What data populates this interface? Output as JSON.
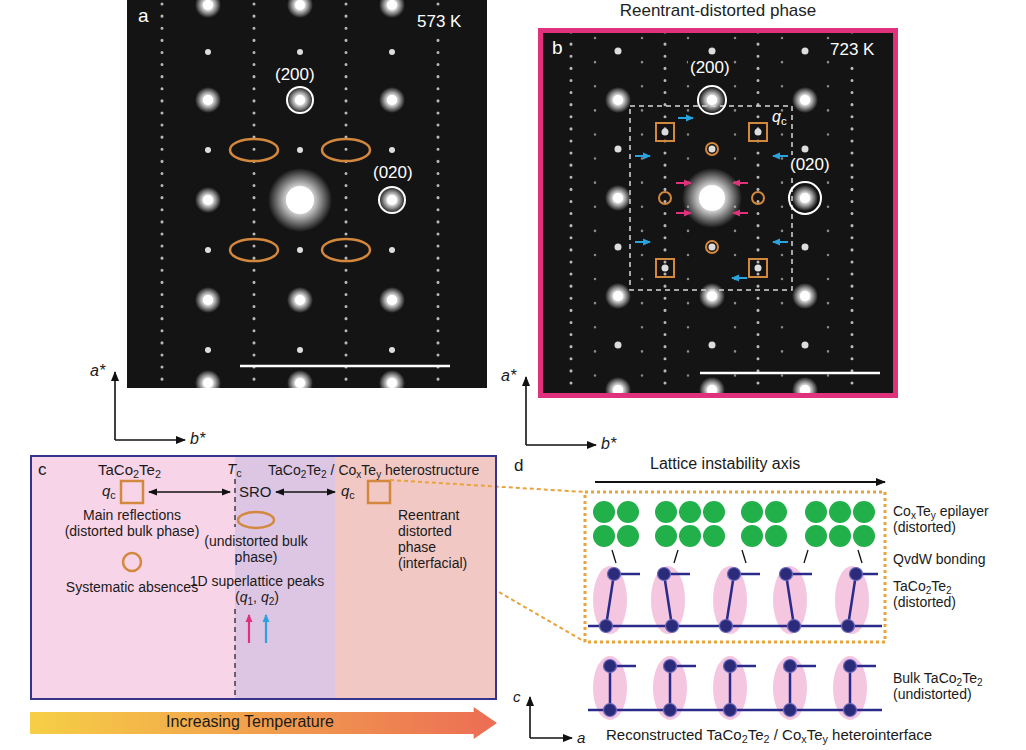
{
  "diagram": {
    "nodes": [
      {
        "text": [
          "a",
          "573 K",
          "(200)",
          "(020)"
        ]
      },
      {
        "text": [
          "Reentrant-distorted phase",
          "b",
          "723 K",
          "(200)",
          "(020)",
          "qc"
        ]
      },
      {
        "text": [
          "c",
          "TaCo2Te2",
          "Tc",
          "TaCo2Te2 / CoxTey heterostructure",
          "qc",
          "Main reflections (distorted bulk phase)",
          "Systematic absences",
          "SRO",
          "(undistorted bulk phase)",
          "1D superlattice peaks (q1, q2)",
          "qc",
          "Reentrant distorted phase (interfacial)"
        ]
      },
      {
        "text": [
          "Increasing Temperature"
        ]
      }
    ],
    "labels": [
      "a*",
      "b*",
      "a*",
      "b*",
      "d",
      "Lattice instability axis",
      "CoxTey epilayer (distorted)",
      "QvdW bonding",
      "TaCo2Te2 (distorted)",
      "Bulk TaCo2Te2 (undistorted)",
      "c",
      "a",
      "Reconstructed TaCo2Te2 / CoxTey heterointerface"
    ]
  }
}
